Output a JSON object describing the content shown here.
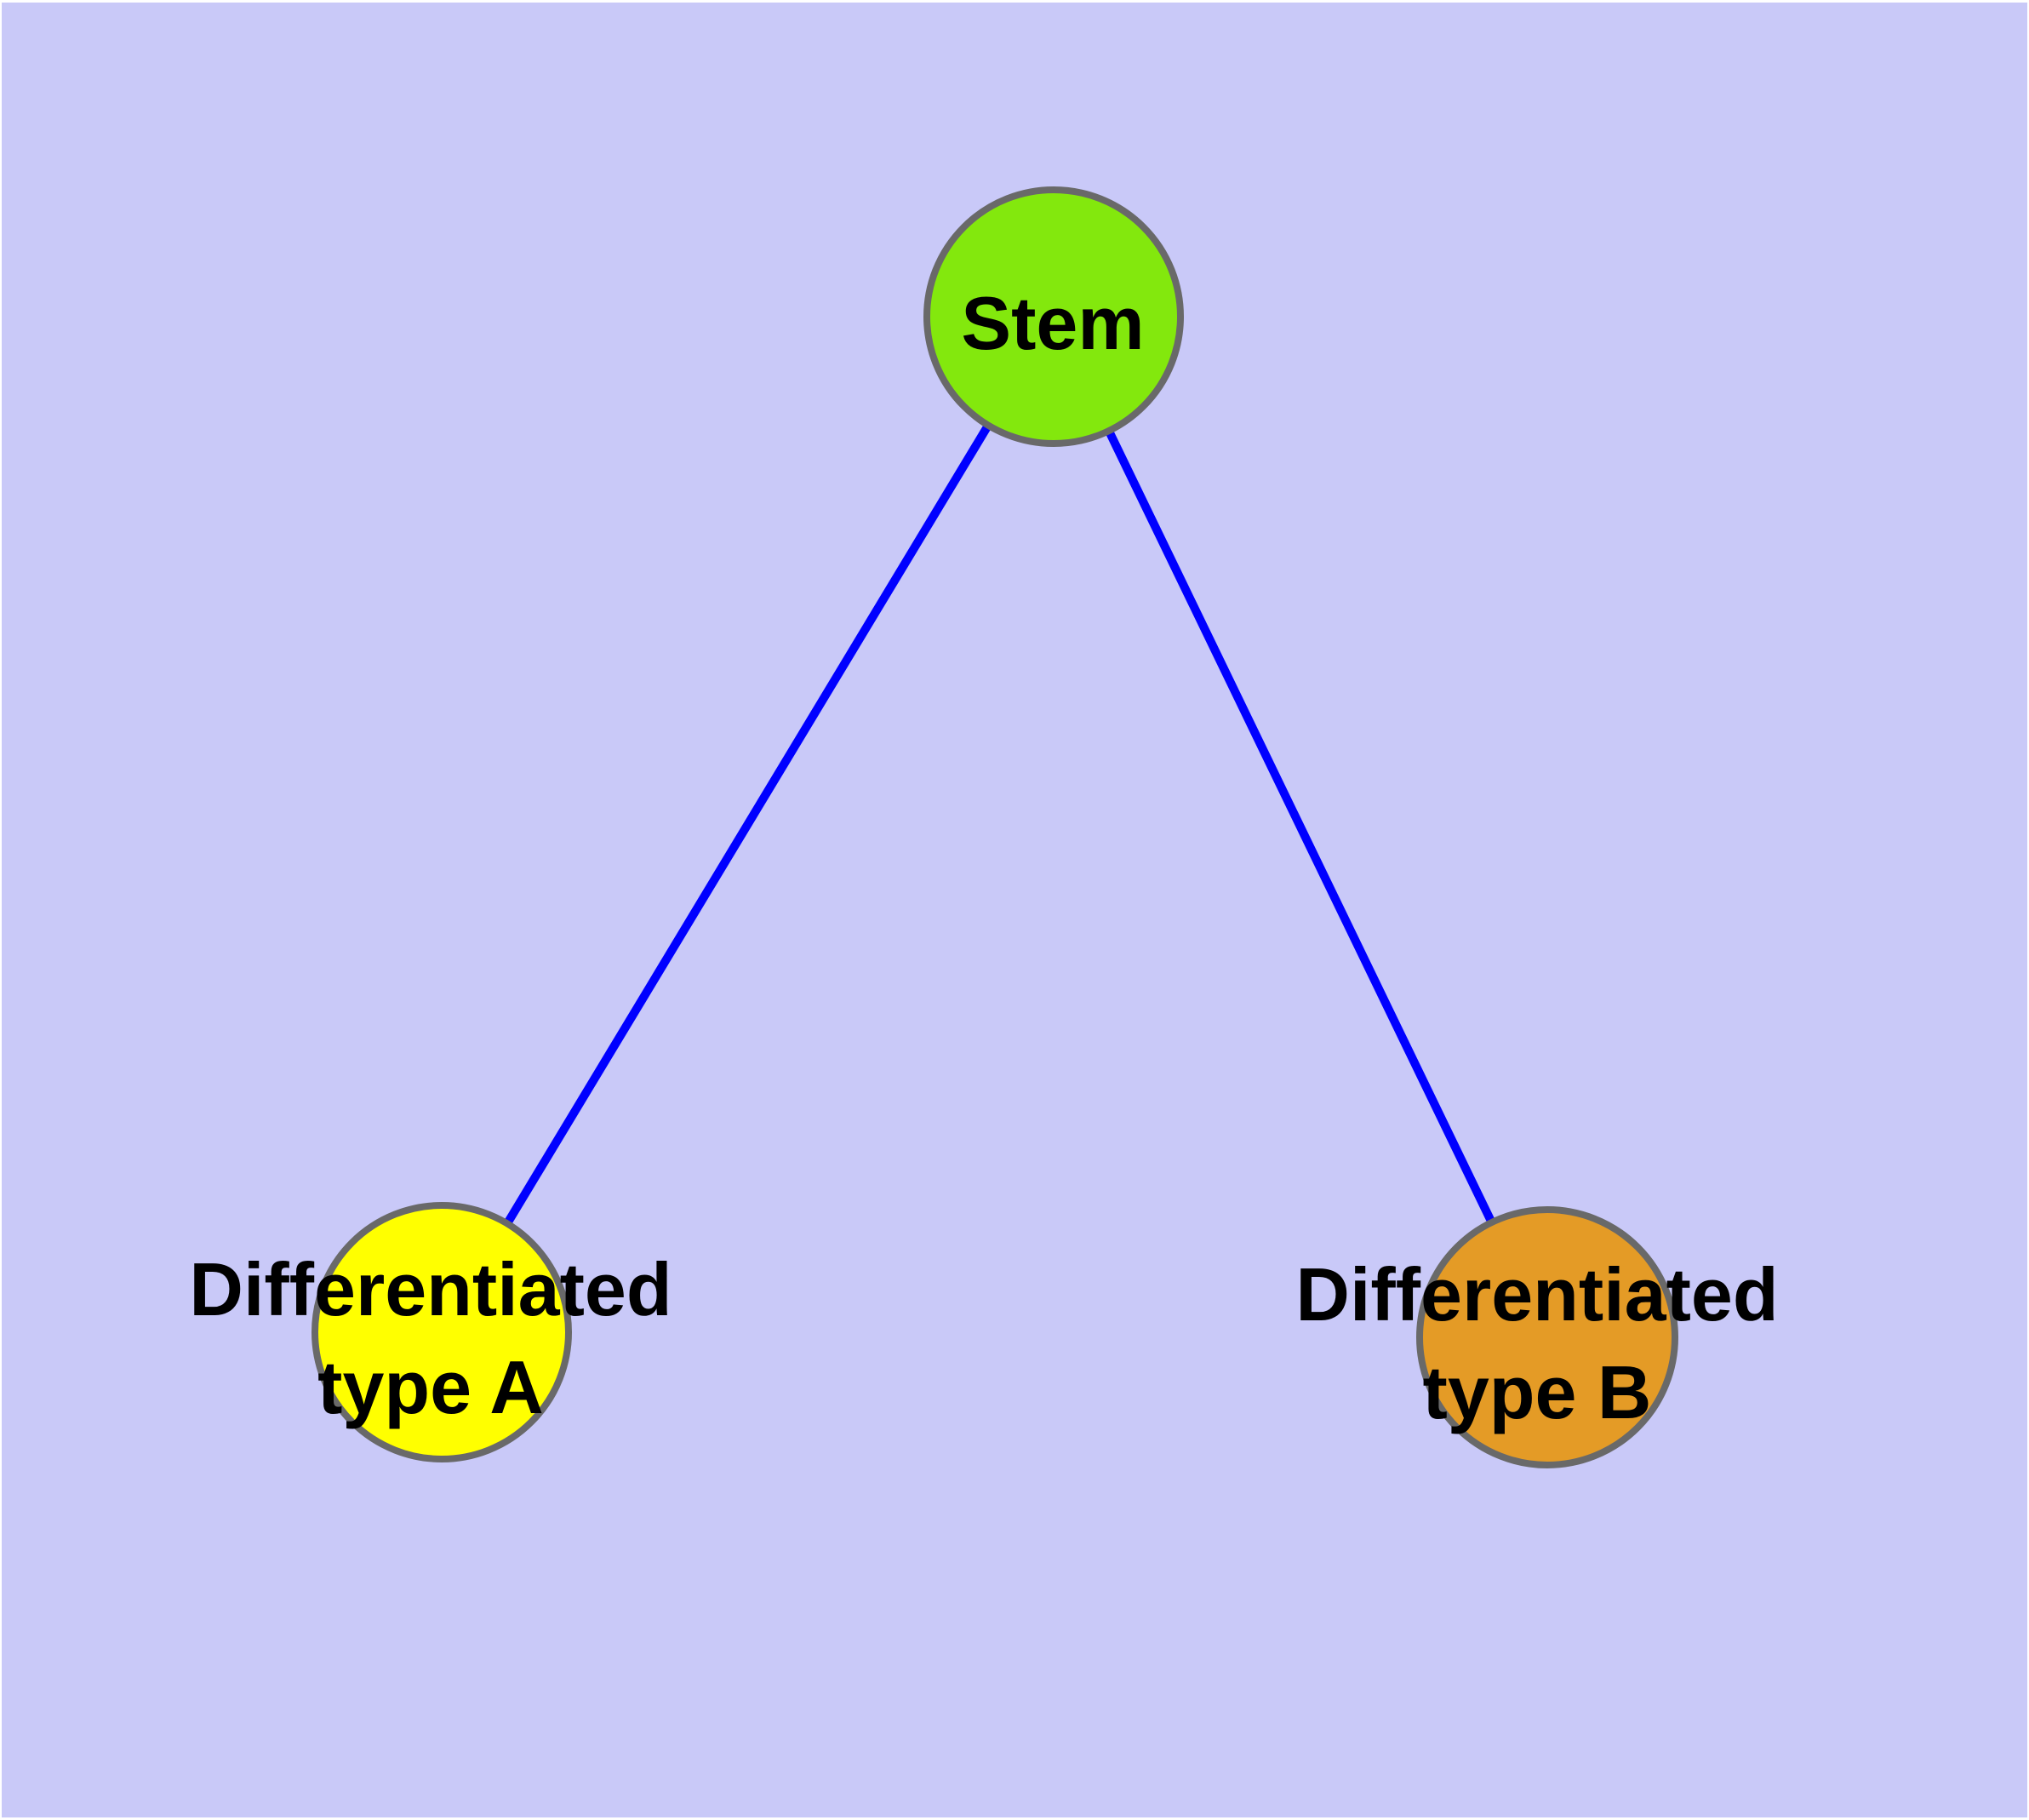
{
  "diagram": {
    "background_color": "#C9C9F8",
    "edge_color": "#0000FF",
    "node_border_color": "#696969",
    "nodes": [
      {
        "id": "stem",
        "label": "Stem",
        "fill": "#83E80D"
      },
      {
        "id": "differentiated-type-a",
        "label": "Differentiated type A",
        "label_line1": "Differentiated",
        "label_line2": "type A",
        "fill": "#FFFF00"
      },
      {
        "id": "differentiated-type-b",
        "label": "Differentiated type B",
        "label_line1": "Differentiated",
        "label_line2": "type B",
        "fill": "#E49B26"
      }
    ],
    "edges": [
      {
        "source": "stem",
        "target": "differentiated-type-a"
      },
      {
        "source": "stem",
        "target": "differentiated-type-b"
      }
    ]
  }
}
